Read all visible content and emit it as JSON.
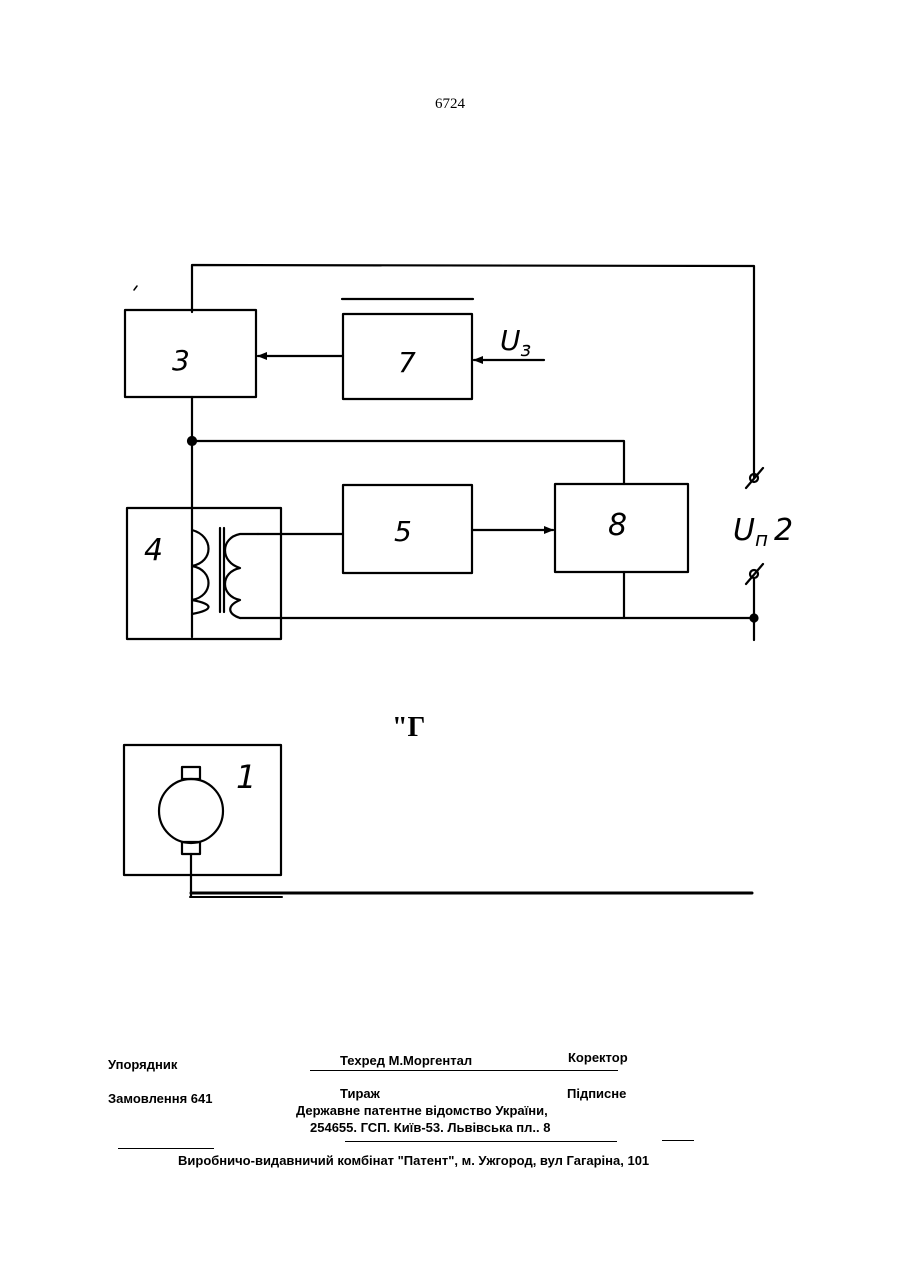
{
  "page_number": "6724",
  "diagram": {
    "blocks": {
      "b3": "3",
      "b7": "7",
      "b5": "5",
      "b8": "8",
      "b4": "4",
      "b1": "1"
    },
    "input_label": "U",
    "input_sub": "з",
    "supply_label": "U",
    "supply_sub": "п",
    "supply_number": "2",
    "mark": "\"Г"
  },
  "imprint": {
    "compiler": "Упорядник",
    "techred": "Техред М.Моргентал",
    "corrector": "Коректор",
    "order": "Замовлення 641",
    "circulation": "Тираж",
    "signed": "Підписне",
    "office_line1": "Державне патентне відомство України,",
    "office_line2": "254655. ГСП. Київ-53. Львівська пл.. 8",
    "printer": "Виробничо-видавничий комбінат   \"Патент\", м. Ужгород, вул Гагаріна, 101"
  }
}
